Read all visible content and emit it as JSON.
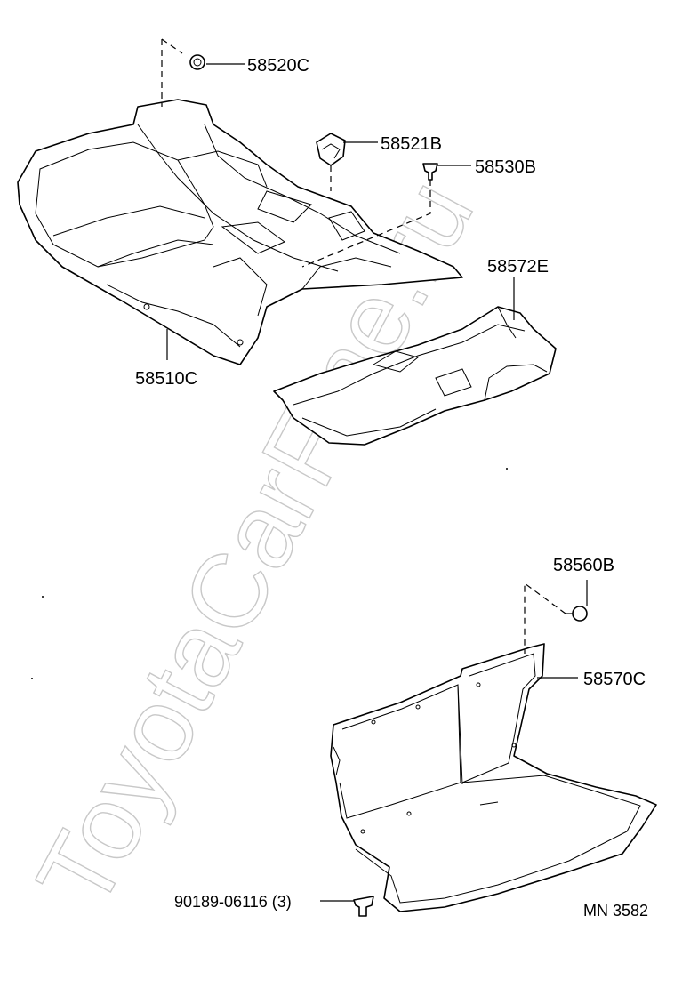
{
  "watermark": "ToyotaCarFine.ru",
  "drawing_code": "MN 3582",
  "callouts": {
    "p58520c": "58520C",
    "p58521b": "58521B",
    "p58530b": "58530B",
    "p58572e": "58572E",
    "p58510c": "58510C",
    "p58560b": "58560B",
    "p58570c": "58570C",
    "p90189": "90189-06116 (3)"
  },
  "colors": {
    "line": "#000000",
    "background": "#ffffff",
    "watermark": "#c8c8c8"
  }
}
